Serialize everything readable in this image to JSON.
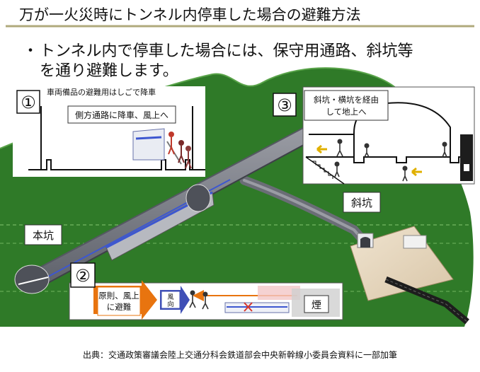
{
  "title": "万が一火災時にトンネル内停車した場合の避難方法",
  "bullet_marker": "・",
  "bullet_line1": "トンネル内で停車した場合には、保守用通路、斜坑等",
  "bullet_line2": "を通り避難します。",
  "panel1": {
    "number": "①",
    "caption": "車両備品の避難用はしごで降車",
    "label": "側方通路に降車、風上へ"
  },
  "panel2": {
    "number": "②",
    "label_line1": "原則、風上",
    "label_line2": "に避難",
    "wind_line1": "風",
    "wind_line2": "向",
    "smoke": "煙"
  },
  "panel3": {
    "number": "③",
    "label_line1": "斜坑・横坑を経由",
    "label_line2": "して地上へ"
  },
  "label_main_tunnel": "本坑",
  "label_inclined_shaft": "斜坑",
  "source": "出典：交通政策審議会陸上交通分科会鉄道部会中央新幹線小委員会資料に一部加筆",
  "colors": {
    "ground": "#2f7a28",
    "tunnel": "#7c7f88",
    "accent_orange": "#e8740f",
    "wind_blue": "#3f4fb6",
    "title_rule": "#b0aa7c"
  }
}
